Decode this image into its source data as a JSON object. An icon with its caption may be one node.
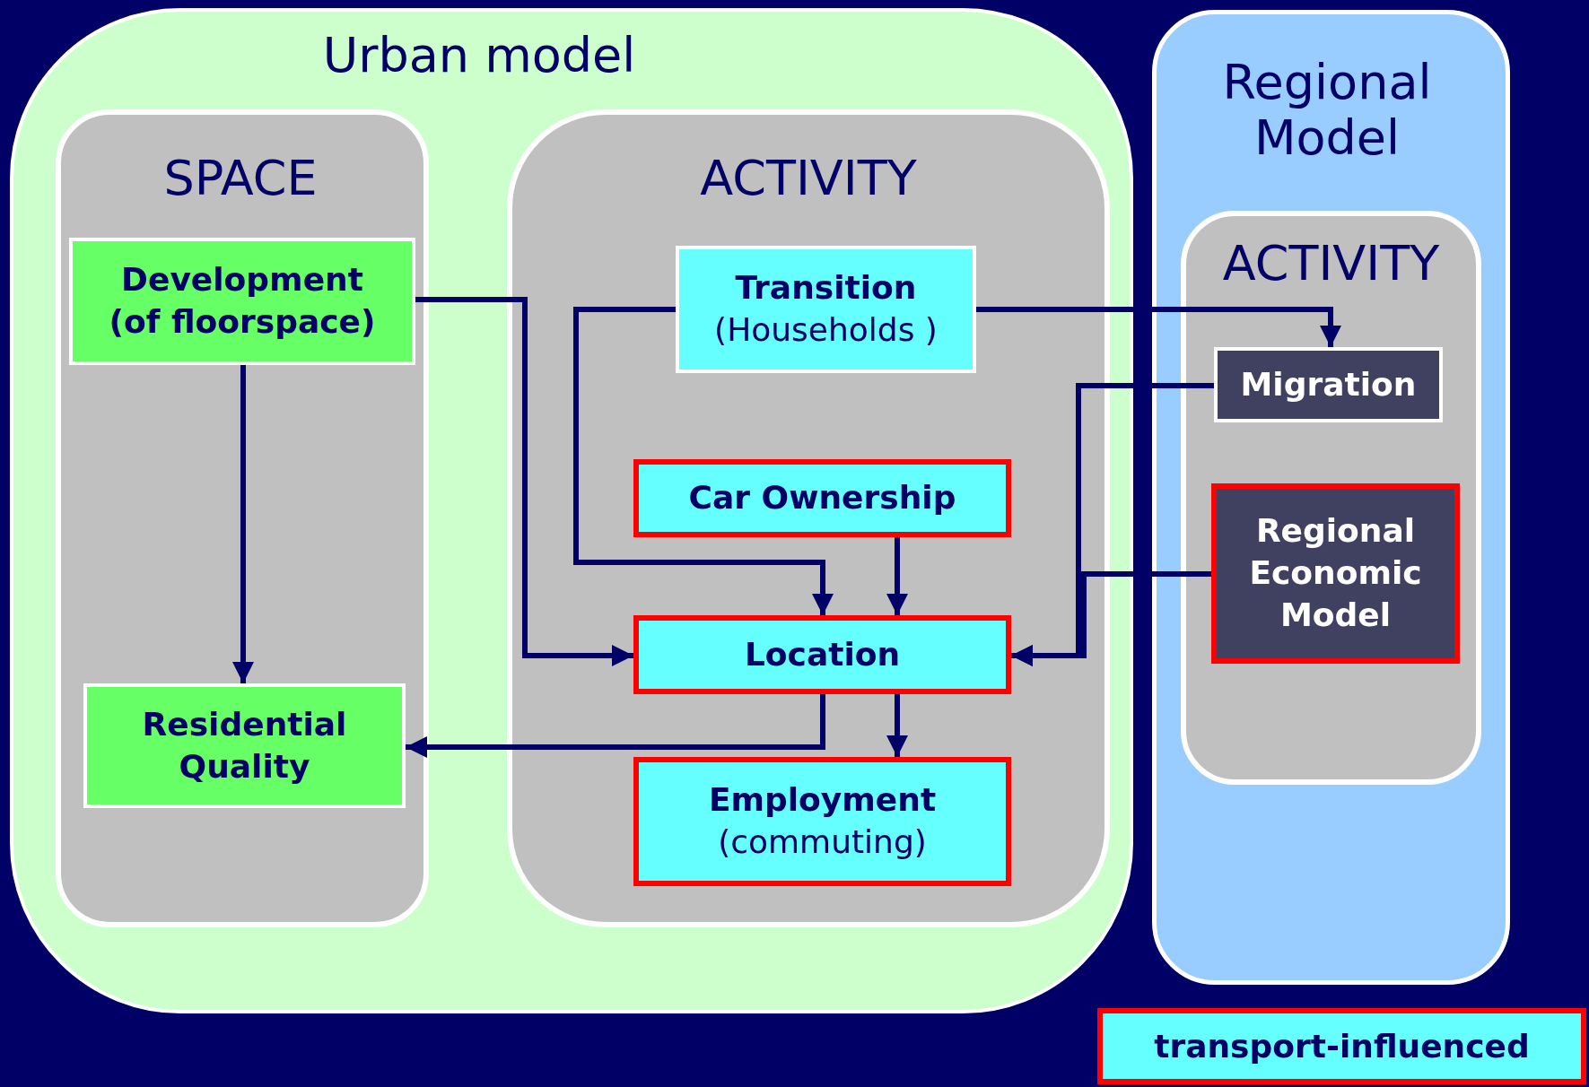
{
  "diagram": {
    "nodes": [
      {
        "text": [
          "Urban model"
        ]
      },
      {
        "text": [
          "SPACE"
        ],
        "in": 0
      },
      {
        "text": [
          "Development",
          "(of floorspace)"
        ],
        "in": 1
      },
      {
        "text": [
          "Residential Quality"
        ],
        "in": 1
      },
      {
        "text": [
          "ACTIVITY"
        ],
        "in": 0
      },
      {
        "text": [
          "Transition",
          "(Households )"
        ],
        "in": 4
      },
      {
        "text": [
          "Car Ownership"
        ],
        "in": 4
      },
      {
        "text": [
          "Location"
        ],
        "in": 4
      },
      {
        "text": [
          "Employment",
          "(commuting)"
        ],
        "in": 4
      },
      {
        "text": [
          "Regional Model"
        ]
      },
      {
        "text": [
          "ACTIVITY"
        ],
        "in": 9
      },
      {
        "text": [
          "Migration"
        ],
        "in": 10
      },
      {
        "text": [
          "Regional Economic Model"
        ],
        "in": 10
      }
    ],
    "edges": [
      {
        "from": 2,
        "to": 7,
        "arrow": "to"
      },
      {
        "from": 2,
        "to": 3,
        "arrow": "to"
      },
      {
        "from": 5,
        "to": 7,
        "arrow": "to"
      },
      {
        "from": 5,
        "to": 11,
        "arrow": "to"
      },
      {
        "from": 6,
        "to": 7,
        "arrow": "to"
      },
      {
        "from": 11,
        "to": 7,
        "arrow": "to"
      },
      {
        "from": 12,
        "to": 7,
        "arrow": "to"
      },
      {
        "from": 7,
        "to": 8,
        "arrow": "to"
      },
      {
        "from": 7,
        "to": 3,
        "arrow": "to"
      }
    ],
    "legend": [
      {
        "text": "transport-influenced"
      }
    ]
  }
}
